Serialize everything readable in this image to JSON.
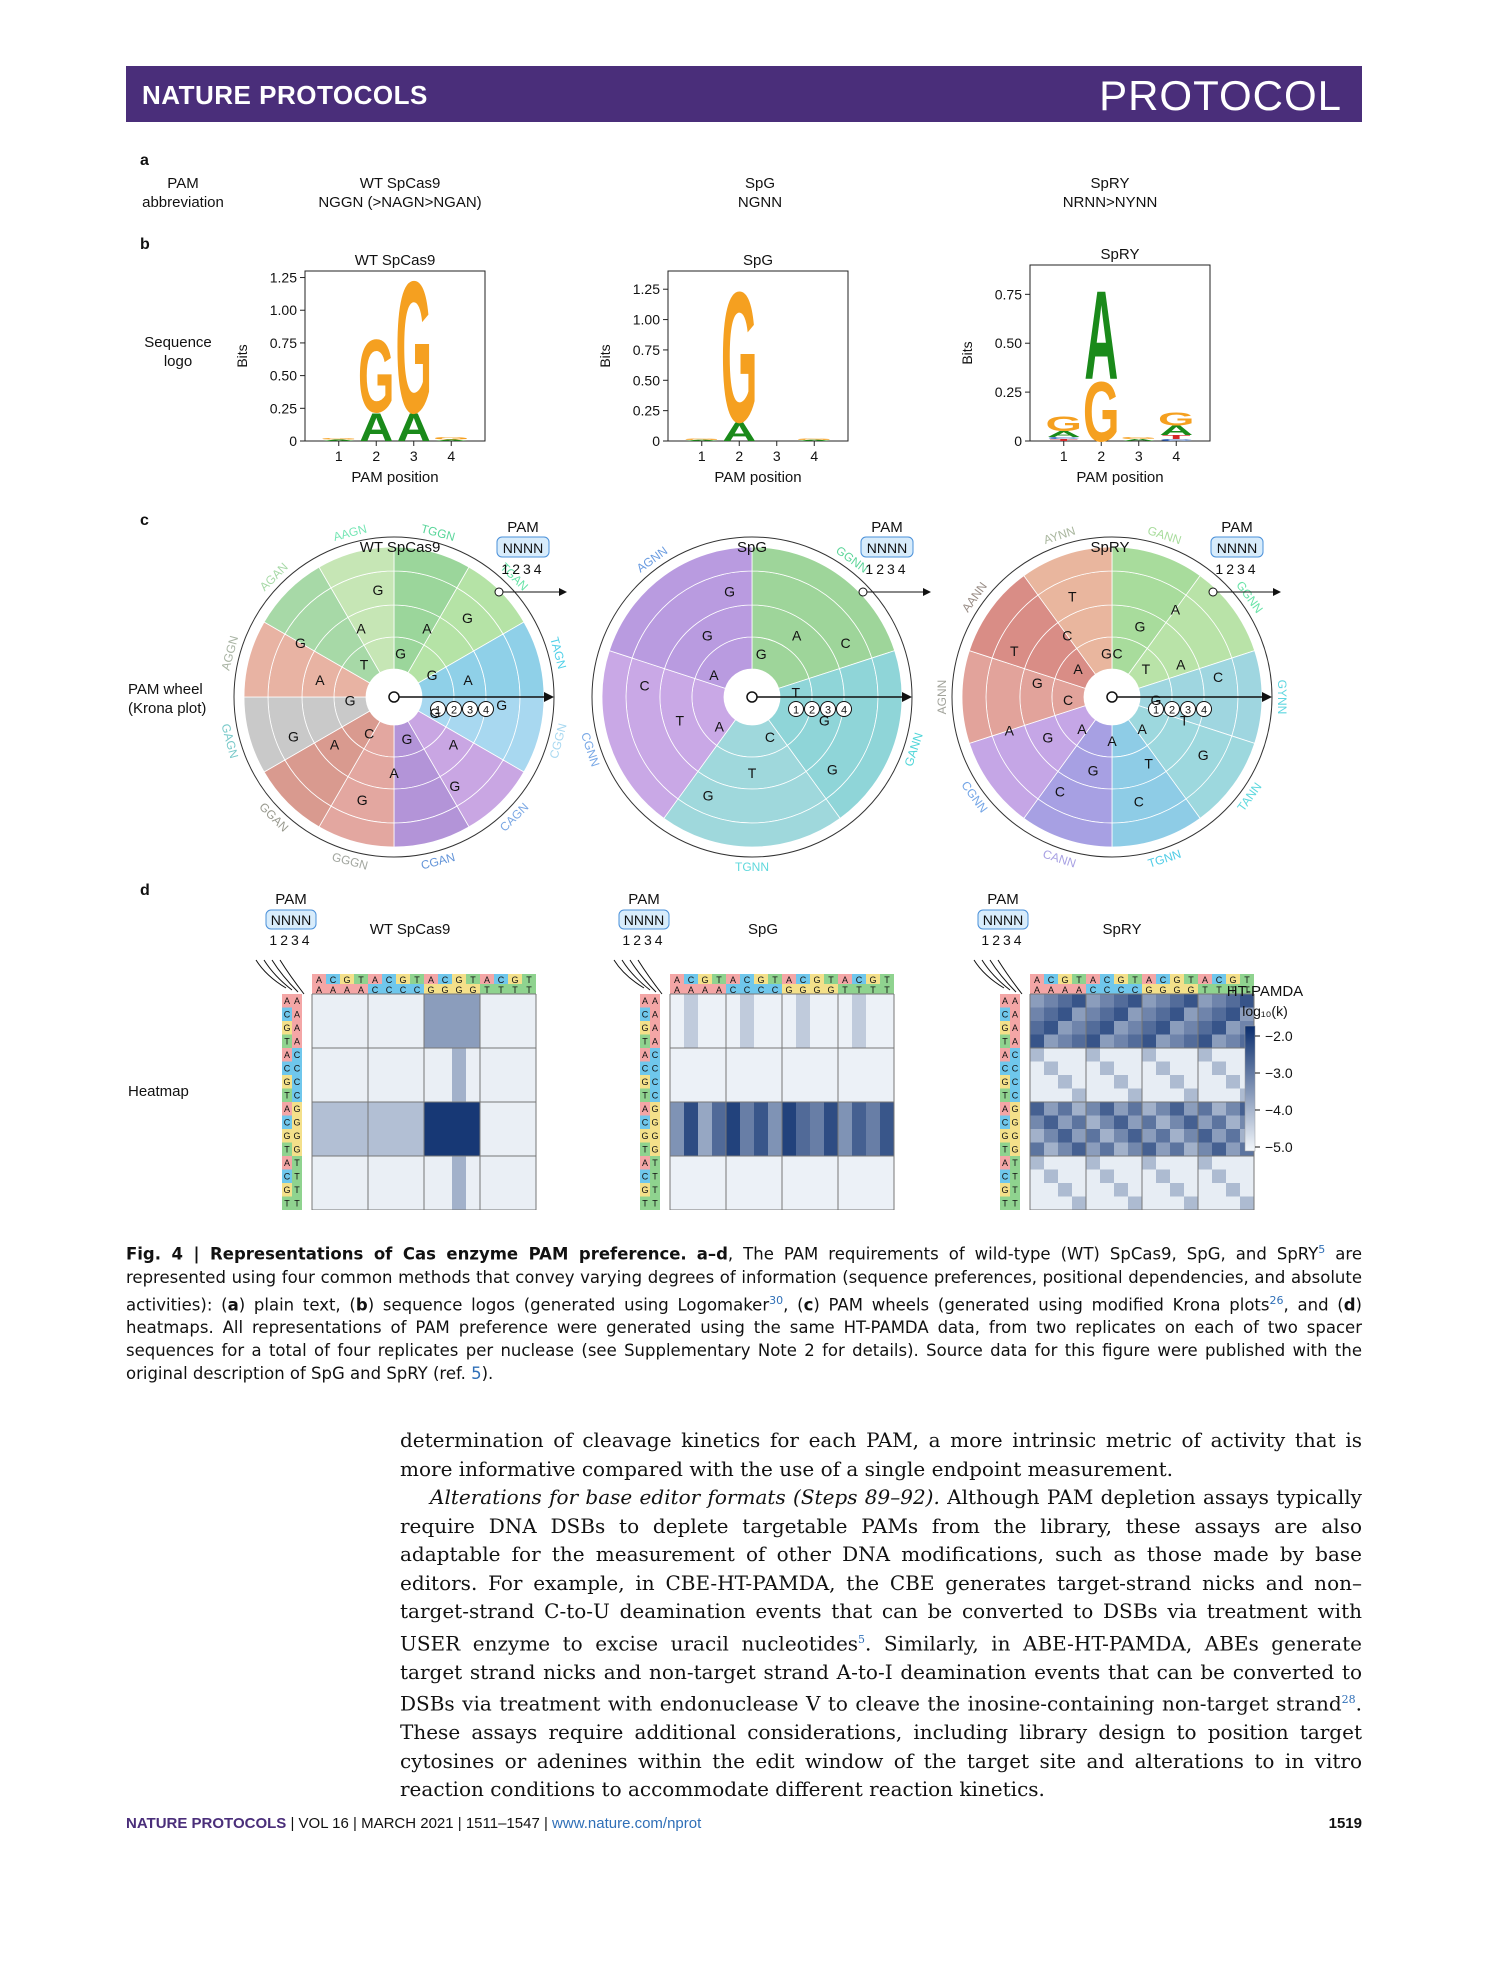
{
  "header": {
    "journal": "NATURE PROTOCOLS",
    "type": "PROTOCOL"
  },
  "panels": {
    "a": "a",
    "b": "b",
    "c": "c",
    "d": "d",
    "row_labels": {
      "a": "PAM\nabbreviation",
      "b": "Sequence\nlogo",
      "c": "PAM wheel\n(Krona plot)",
      "d": "Heatmap"
    }
  },
  "enzymes": [
    {
      "name": "WT SpCas9",
      "pam_abbreviation": "NGGN (>NAGN>NGAN)"
    },
    {
      "name": "SpG",
      "pam_abbreviation": "NGNN"
    },
    {
      "name": "SpRY",
      "pam_abbreviation": "NRNN>NYNN"
    }
  ],
  "logo_axes": {
    "ylabel": "Bits",
    "xlabel": "PAM position",
    "xticks": [
      "1",
      "2",
      "3",
      "4"
    ]
  },
  "chart_data": [
    {
      "type": "bar",
      "title": "WT SpCas9",
      "xlabel": "PAM position",
      "ylabel": "Bits",
      "categories": [
        "1",
        "2",
        "3",
        "4"
      ],
      "ylim": [
        0,
        1.3
      ],
      "yticks": [
        "0",
        "0.25",
        "0.50",
        "0.75",
        "1.00",
        "1.25"
      ],
      "series": [
        {
          "name": "A",
          "values": [
            0.01,
            0.22,
            0.22,
            0.01
          ]
        },
        {
          "name": "G",
          "values": [
            0.01,
            0.58,
            1.05,
            0.02
          ]
        }
      ]
    },
    {
      "type": "bar",
      "title": "SpG",
      "xlabel": "PAM position",
      "ylabel": "Bits",
      "categories": [
        "1",
        "2",
        "3",
        "4"
      ],
      "ylim": [
        0,
        1.4
      ],
      "yticks": [
        "0",
        "0.25",
        "0.50",
        "0.75",
        "1.00",
        "1.25"
      ],
      "series": [
        {
          "name": "A",
          "values": [
            0.01,
            0.16,
            0.0,
            0.01
          ]
        },
        {
          "name": "G",
          "values": [
            0.01,
            1.12,
            0.0,
            0.01
          ]
        }
      ]
    },
    {
      "type": "bar",
      "title": "SpRY",
      "xlabel": "PAM position",
      "ylabel": "Bits",
      "categories": [
        "1",
        "2",
        "3",
        "4"
      ],
      "ylim": [
        0,
        0.9
      ],
      "yticks": [
        "0",
        "0.25",
        "0.50",
        "0.75"
      ],
      "series": [
        {
          "name": "A",
          "values": [
            0.03,
            0.47,
            0.01,
            0.05
          ]
        },
        {
          "name": "G",
          "values": [
            0.08,
            0.32,
            0.01,
            0.07
          ]
        },
        {
          "name": "T",
          "values": [
            0.01,
            0.0,
            0.0,
            0.02
          ]
        },
        {
          "name": "C",
          "values": [
            0.01,
            0.0,
            0.0,
            0.01
          ]
        }
      ]
    }
  ],
  "wheels": [
    {
      "title": "WT SpCas9",
      "outer_labels": [
        "TGGN",
        "TGAN",
        "TAGN",
        "CGGN",
        "CAGN",
        "CGAN",
        "GGGN",
        "GGAN",
        "GAGN",
        "AGGN",
        "AGAN",
        "AAGN"
      ],
      "sector_letters": [
        "G",
        "A",
        "G",
        "G",
        "A",
        "G",
        "G",
        "A",
        "G",
        "G",
        "A",
        "G",
        "C",
        "A",
        "G",
        "G",
        "A",
        "G",
        "T",
        "A",
        "G"
      ]
    },
    {
      "title": "SpG",
      "outer_labels": [
        "GGNN",
        "GANN",
        "TGNN",
        "CGNN",
        "AGNN"
      ],
      "sector_letters": [
        "G",
        "A",
        "C",
        "T",
        "G",
        "G",
        "C",
        "T",
        "G",
        "A",
        "T",
        "C",
        "A",
        "G",
        "G"
      ]
    },
    {
      "title": "SpRY",
      "outer_labels": [
        "GANN",
        "GGNN",
        "GYNN",
        "TANN",
        "TGNN",
        "CANN",
        "CGNN",
        "AGNN",
        "AANN",
        "AYNN"
      ],
      "sector_letters": [
        "C",
        "G",
        "A",
        "T",
        "A",
        "C",
        "G",
        "T",
        "G",
        "A",
        "T",
        "C",
        "A",
        "G",
        "C",
        "A",
        "G",
        "A",
        "C",
        "G",
        "T",
        "A",
        "C",
        "T",
        "G"
      ]
    }
  ],
  "pam_key": {
    "label": "PAM",
    "box": "NNNN",
    "positions": "1234",
    "ring_positions": [
      "1",
      "2",
      "3",
      "4"
    ]
  },
  "heatmap": {
    "col_top": [
      "A",
      "C",
      "G",
      "T",
      "A",
      "C",
      "G",
      "T",
      "A",
      "C",
      "G",
      "T",
      "A",
      "C",
      "G",
      "T"
    ],
    "col_bottom": [
      "A",
      "A",
      "A",
      "A",
      "C",
      "C",
      "C",
      "C",
      "G",
      "G",
      "G",
      "G",
      "T",
      "T",
      "T",
      "T"
    ],
    "row_left": [
      "A",
      "C",
      "G",
      "T",
      "A",
      "C",
      "G",
      "T",
      "A",
      "C",
      "G",
      "T",
      "A",
      "C",
      "G",
      "T"
    ],
    "row_right": [
      "A",
      "A",
      "A",
      "A",
      "C",
      "C",
      "C",
      "C",
      "G",
      "G",
      "G",
      "G",
      "T",
      "T",
      "T",
      "T"
    ],
    "legend_title": "HT-PAMDA",
    "legend_sub": "log₁₀(k)",
    "legend_ticks": [
      "−2.0",
      "−3.0",
      "−4.0",
      "−5.0"
    ],
    "colors": {
      "low": "#f3f7fb",
      "high": "#0b2e6e",
      "A": "#f4a6a6",
      "C": "#6fc7ec",
      "G": "#f4e08a",
      "T": "#8fd38f"
    }
  },
  "caption": {
    "fig": "Fig. 4 | Representations of Cas enzyme PAM preference.",
    "ad": "a–d",
    "text1": ", The PAM requirements of wild-type (WT) SpCas9, SpG, and SpRY",
    "ref1": "5",
    "text2": " are represented using four common methods that convey varying degrees of information (sequence preferences, positional dependencies, and absolute activities): (",
    "a": "a",
    "text3": ") plain text, (",
    "b": "b",
    "text4": ") sequence logos (generated using Logomaker",
    "ref2": "30",
    "text5": ", (",
    "c": "c",
    "text6": ") PAM wheels (generated using modified Krona plots",
    "ref3": "26",
    "text7": ", and (",
    "d": "d",
    "text8": ") heatmaps. All representations of PAM preference were generated using the same HT-PAMDA data, from two replicates on each of two spacer sequences for a total of four replicates per nuclease (see Supplementary Note 2 for details). Source data for this figure were published with the original description of SpG and SpRY (ref. ",
    "ref4": "5",
    "text9": ")."
  },
  "body": {
    "p1": "determination of cleavage kinetics for each PAM, a more intrinsic metric of activity that is more informative compared with the use of a single endpoint measurement.",
    "p2_italic": "Alterations for base editor formats (Steps 89–92).",
    "p2a": " Although PAM depletion assays typically require DNA DSBs to deplete targetable PAMs from the library, these assays are also adaptable for the measurement of other DNA modifications, such as those made by base editors. For example, in CBE-HT-PAMDA, the CBE generates target-strand nicks and non–target-strand C-to-U deamination events that can be converted to DSBs via treatment with USER enzyme to excise uracil nucleotides",
    "p2_ref1": "5",
    "p2b": ". Similarly, in ABE-HT-PAMDA, ABEs generate target strand nicks and non-target strand A-to-I deamination events that can be converted to DSBs via treatment with endonuclease V to cleave the inosine-containing non-target strand",
    "p2_ref2": "28",
    "p2c": ". These assays require additional considerations, including library design to position target cytosines or adenines within the edit window of the target site and alterations to in vitro reaction conditions to accommodate different reaction kinetics."
  },
  "footer": {
    "journal": "NATURE PROTOCOLS",
    "info": " | VOL 16 | MARCH 2021 | 1511–1547 | ",
    "url": "www.nature.com/nprot",
    "page": "1519"
  }
}
